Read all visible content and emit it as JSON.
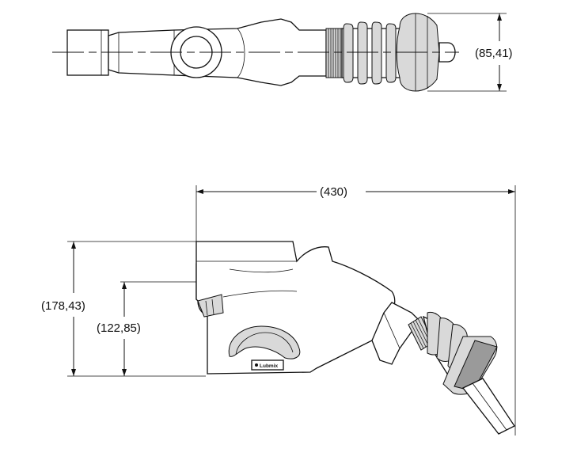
{
  "brand": "Lubmix",
  "dimensions": {
    "top_height": "(85,41)",
    "overall_length": "(430)",
    "total_height": "(178,43)",
    "spout_height": "(122,85)"
  }
}
